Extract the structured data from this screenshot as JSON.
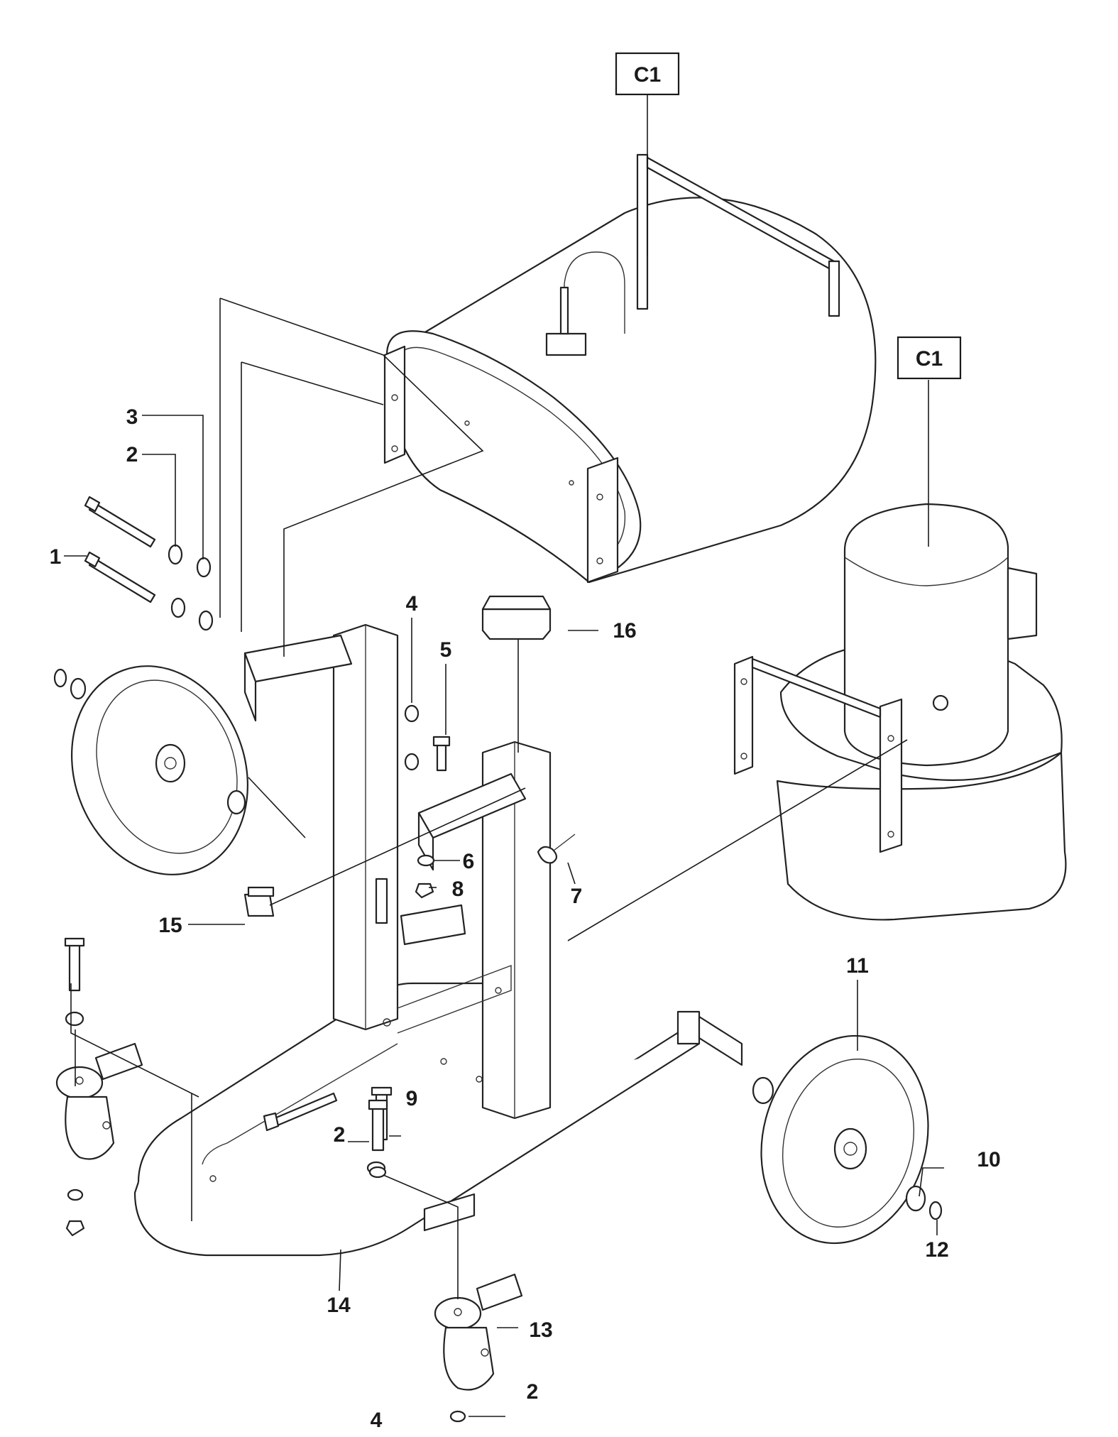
{
  "callouts": [
    {
      "id": "c1-top",
      "text": "C1"
    },
    {
      "id": "c1-right",
      "text": "C1"
    },
    {
      "id": "1",
      "text": "1"
    },
    {
      "id": "2a",
      "text": "2"
    },
    {
      "id": "2b",
      "text": "2"
    },
    {
      "id": "2c",
      "text": "2"
    },
    {
      "id": "3",
      "text": "3"
    },
    {
      "id": "4a",
      "text": "4"
    },
    {
      "id": "4b",
      "text": "4"
    },
    {
      "id": "5",
      "text": "5"
    },
    {
      "id": "6",
      "text": "6"
    },
    {
      "id": "7",
      "text": "7"
    },
    {
      "id": "8",
      "text": "8"
    },
    {
      "id": "9",
      "text": "9"
    },
    {
      "id": "10",
      "text": "10"
    },
    {
      "id": "11",
      "text": "11"
    },
    {
      "id": "12",
      "text": "12"
    },
    {
      "id": "13",
      "text": "13"
    },
    {
      "id": "14",
      "text": "14"
    },
    {
      "id": "15",
      "text": "15"
    },
    {
      "id": "16",
      "text": "16"
    }
  ]
}
